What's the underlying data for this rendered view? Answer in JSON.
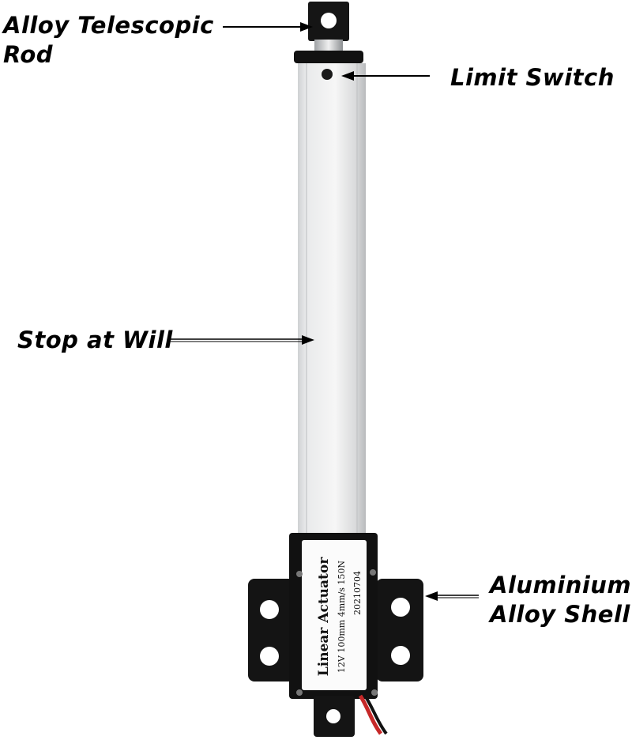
{
  "callouts": {
    "rod": "Alloy Telescopic Rod",
    "limit_switch": "Limit Switch",
    "stop": "Stop at Will",
    "shell": "Aluminium Alloy Shell"
  },
  "product_label": {
    "title": "Linear Actuator",
    "spec": "12V 100mm 4mm/s 150N",
    "code": "20210704"
  },
  "colors": {
    "body": "#e6e7e8",
    "housing": "#111111",
    "arrow": "#000000",
    "wire_red": "#c62828"
  }
}
